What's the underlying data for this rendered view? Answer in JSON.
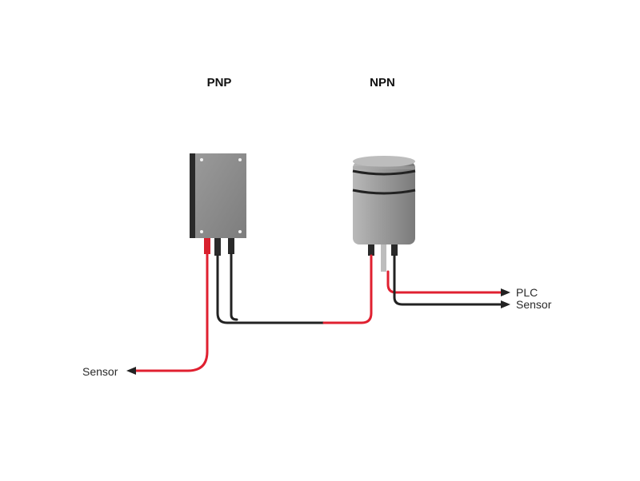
{
  "diagram": {
    "pnp_label": "PNP",
    "npn_label": "NPN",
    "left_output_label": "Sensor",
    "right_output_top_label": "PLC",
    "right_output_bottom_label": "Sensor"
  },
  "colors": {
    "wire_red": "#e02030",
    "wire_black": "#222222",
    "body_gray": "#8e8e8e",
    "body_dark": "#2c2c2c",
    "background": "#ffffff"
  }
}
